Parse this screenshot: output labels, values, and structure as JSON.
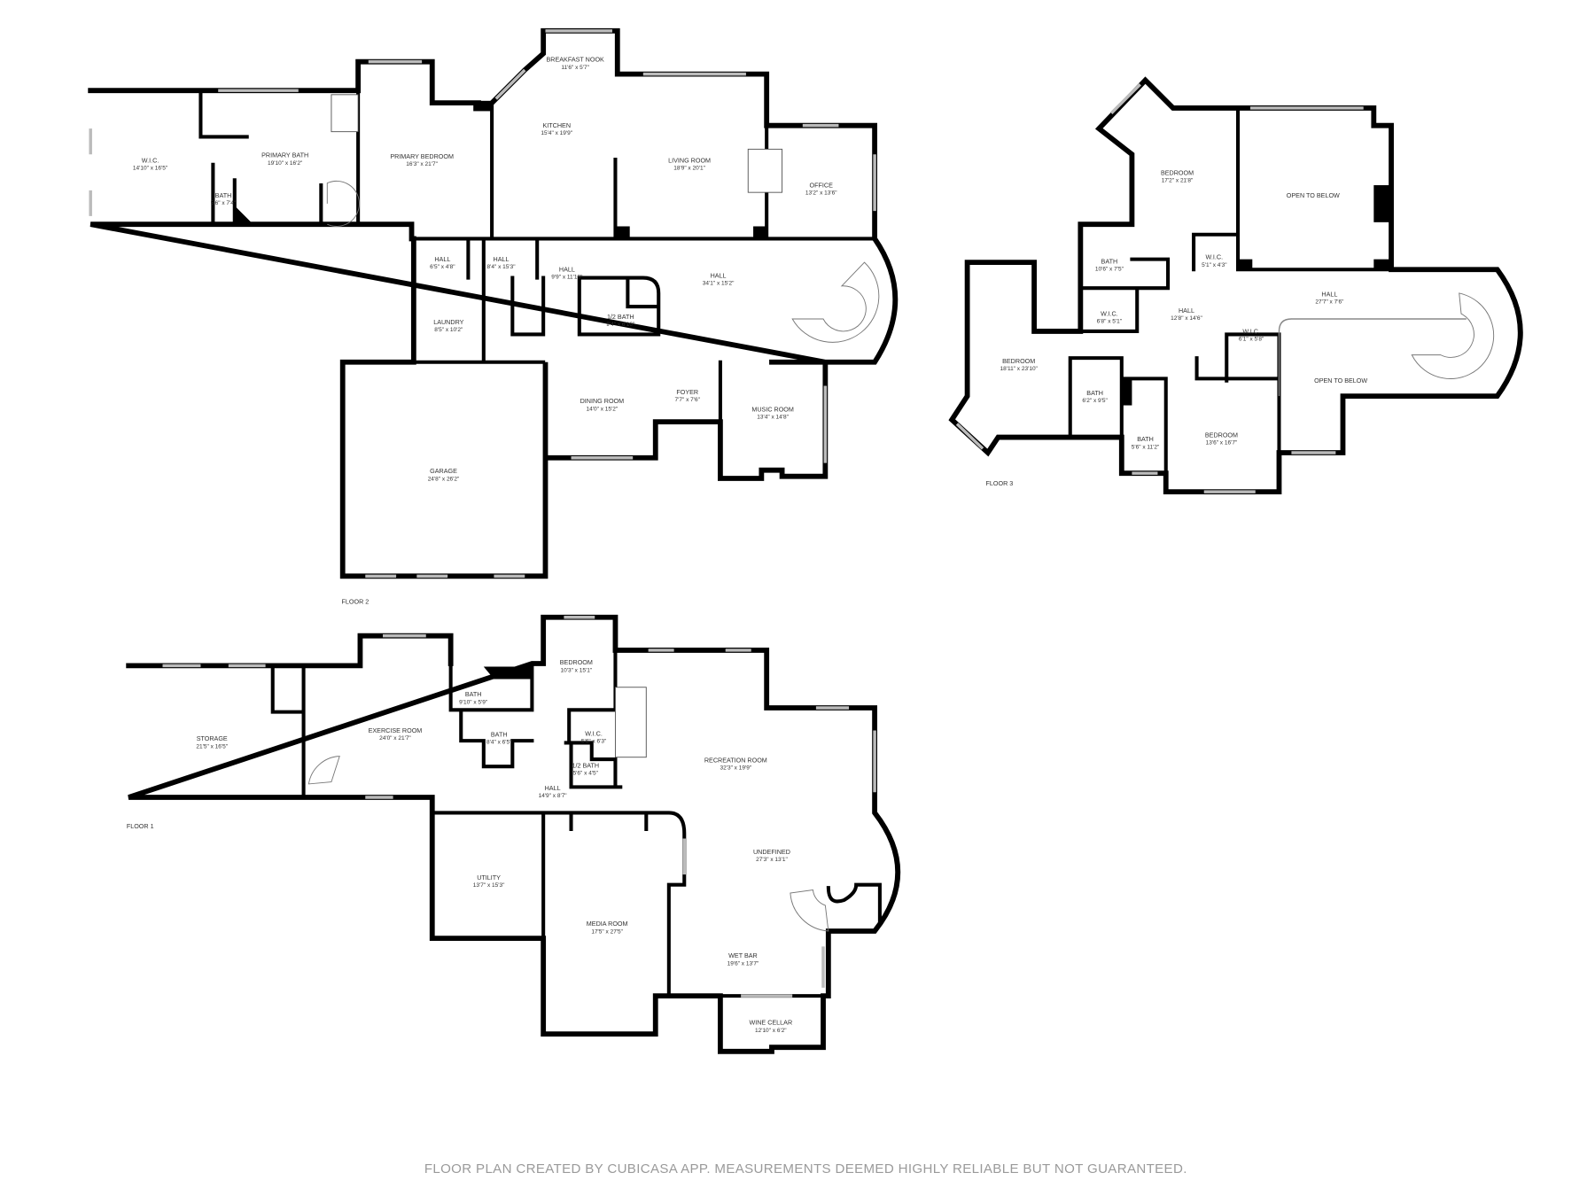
{
  "floors": [
    {
      "label": "FLOOR 2",
      "rooms": [
        {
          "name": "W.I.C.",
          "dims": "14'10\" x 16'5\""
        },
        {
          "name": "PRIMARY BATH",
          "dims": "19'10\" x 16'2\""
        },
        {
          "name": "BATH",
          "dims": "5'6\" x 7'4\""
        },
        {
          "name": "PRIMARY BEDROOM",
          "dims": "16'3\" x 21'7\""
        },
        {
          "name": "BREAKFAST NOOK",
          "dims": "11'6\" x 5'7\""
        },
        {
          "name": "KITCHEN",
          "dims": "15'4\" x 19'9\""
        },
        {
          "name": "LIVING ROOM",
          "dims": "18'9\" x 20'1\""
        },
        {
          "name": "OFFICE",
          "dims": "13'2\" x 13'6\""
        },
        {
          "name": "HALL",
          "dims": "6'5\" x 4'8\""
        },
        {
          "name": "HALL",
          "dims": "8'4\" x 15'3\""
        },
        {
          "name": "HALL",
          "dims": "9'9\" x 11'10\""
        },
        {
          "name": "HALL",
          "dims": "34'1\" x 15'2\""
        },
        {
          "name": "1/2 BATH",
          "dims": "9'4\" x 6'10\""
        },
        {
          "name": "LAUNDRY",
          "dims": "8'5\" x 10'2\""
        },
        {
          "name": "DINING ROOM",
          "dims": "14'0\" x 15'2\""
        },
        {
          "name": "FOYER",
          "dims": "7'7\" x 7'6\""
        },
        {
          "name": "MUSIC ROOM",
          "dims": "13'4\" x 14'8\""
        },
        {
          "name": "GARAGE",
          "dims": "24'8\" x 26'2\""
        }
      ]
    },
    {
      "label": "FLOOR 3",
      "rooms": [
        {
          "name": "BEDROOM",
          "dims": "17'2\" x 21'8\""
        },
        {
          "name": "OPEN TO BELOW",
          "dims": ""
        },
        {
          "name": "BATH",
          "dims": "10'6\" x 7'5\""
        },
        {
          "name": "W.I.C.",
          "dims": "5'1\" x 4'3\""
        },
        {
          "name": "HALL",
          "dims": "27'7\" x 7'6\""
        },
        {
          "name": "W.I.C.",
          "dims": "6'8\" x 5'1\""
        },
        {
          "name": "HALL",
          "dims": "12'8\" x 14'6\""
        },
        {
          "name": "BEDROOM",
          "dims": "18'11\" x 23'10\""
        },
        {
          "name": "W.I.C.",
          "dims": "6'1\" x 5'8\""
        },
        {
          "name": "OPEN TO BELOW",
          "dims": ""
        },
        {
          "name": "BATH",
          "dims": "6'2\" x 9'5\""
        },
        {
          "name": "BATH",
          "dims": "5'6\" x 11'2\""
        },
        {
          "name": "BEDROOM",
          "dims": "13'6\" x 16'7\""
        }
      ]
    },
    {
      "label": "FLOOR 1",
      "rooms": [
        {
          "name": "BEDROOM",
          "dims": "10'3\" x 15'1\""
        },
        {
          "name": "BATH",
          "dims": "9'10\" x 5'9\""
        },
        {
          "name": "STORAGE",
          "dims": "21'5\" x 16'5\""
        },
        {
          "name": "EXERCISE ROOM",
          "dims": "24'0\" x 21'7\""
        },
        {
          "name": "BATH",
          "dims": "8'4\" x 6'5\""
        },
        {
          "name": "W.I.C.",
          "dims": "5'6\" x 6'3\""
        },
        {
          "name": "RECREATION ROOM",
          "dims": "32'3\" x 19'9\""
        },
        {
          "name": "1/2 BATH",
          "dims": "5'6\" x 4'5\""
        },
        {
          "name": "HALL",
          "dims": "14'9\" x 8'7\""
        },
        {
          "name": "UTILITY",
          "dims": "13'7\" x 15'3\""
        },
        {
          "name": "UNDEFINED",
          "dims": "27'3\" x 13'1\""
        },
        {
          "name": "MEDIA ROOM",
          "dims": "17'5\" x 27'5\""
        },
        {
          "name": "WET BAR",
          "dims": "19'6\" x 13'7\""
        },
        {
          "name": "WINE CELLAR",
          "dims": "12'10\" x 6'2\""
        }
      ]
    }
  ],
  "footer": "FLOOR PLAN CREATED BY CUBICASA APP. MEASUREMENTS DEEMED HIGHLY RELIABLE BUT NOT GUARANTEED.",
  "colors": {
    "walls": "#000000",
    "text": "#333333",
    "footer": "#9a9a9a",
    "windows": "#bbbbbb"
  }
}
